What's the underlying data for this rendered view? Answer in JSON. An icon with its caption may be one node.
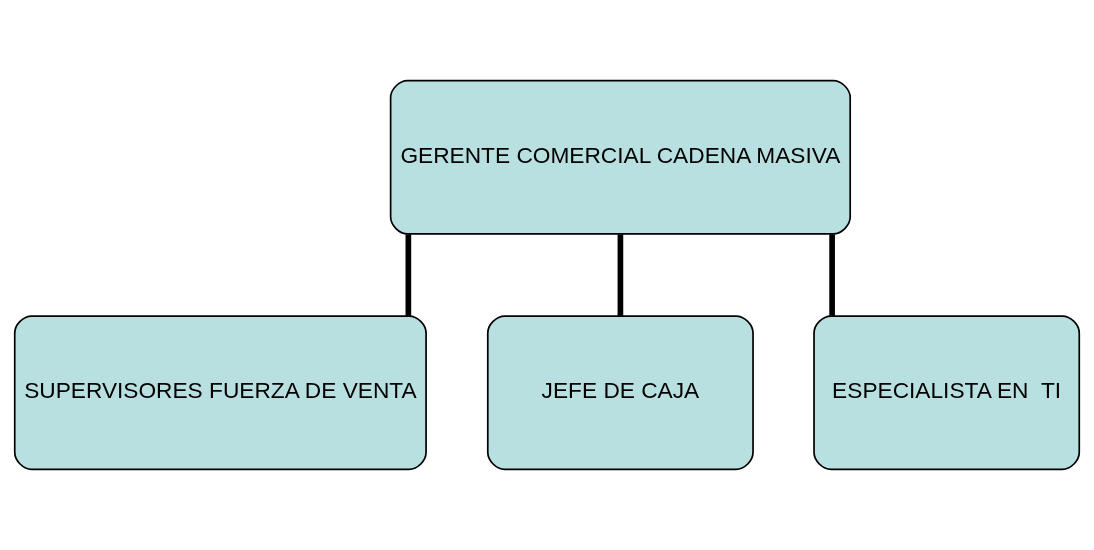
{
  "diagram": {
    "nodes": [
      {
        "text": [
          "GERENTE COMERCIAL CADENA MASIVA"
        ]
      },
      {
        "text": [
          "SUPERVISORES FUERZA DE VENTA"
        ]
      },
      {
        "text": [
          "JEFE DE CAJA"
        ]
      },
      {
        "text": [
          "ESPECIALISTA EN  TI"
        ]
      }
    ],
    "edges": [
      {
        "from": 0,
        "to": 1,
        "arrow": "none"
      },
      {
        "from": 0,
        "to": 2,
        "arrow": "none"
      },
      {
        "from": 0,
        "to": 3,
        "arrow": "none"
      }
    ]
  }
}
